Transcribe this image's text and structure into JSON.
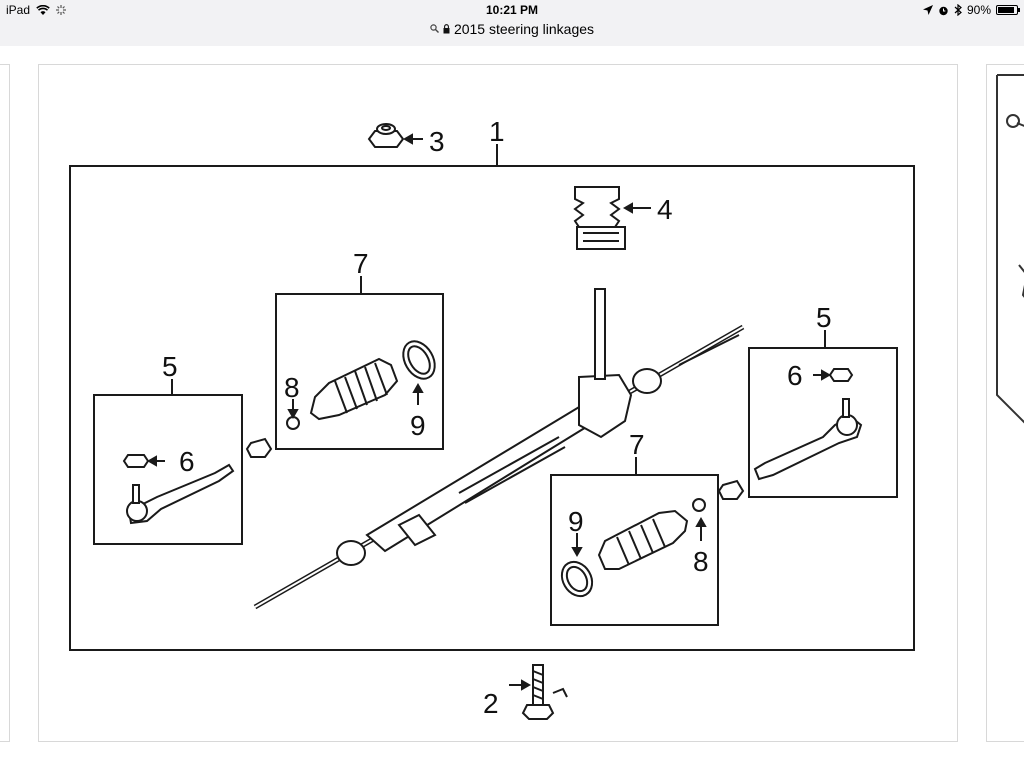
{
  "status_bar": {
    "device": "iPad",
    "time": "10:21 PM",
    "battery": "90%",
    "battery_level": 0.9,
    "icons": [
      "wifi-icon",
      "activity-icon",
      "location-icon",
      "alarm-icon",
      "bluetooth-icon",
      "battery-icon"
    ]
  },
  "address_bar": {
    "title": "2015 steering linkages",
    "icons": [
      "search-icon",
      "lock-icon"
    ]
  },
  "diagram": {
    "callouts": {
      "c1": "1",
      "c2": "2",
      "c3": "3",
      "c4": "4",
      "c5_left": "5",
      "c5_right": "5",
      "c6_left": "6",
      "c6_right": "6",
      "c7_top": "7",
      "c7_bottom": "7",
      "c8_top": "8",
      "c8_bottom": "8",
      "c9_top": "9",
      "c9_bottom": "9"
    }
  }
}
